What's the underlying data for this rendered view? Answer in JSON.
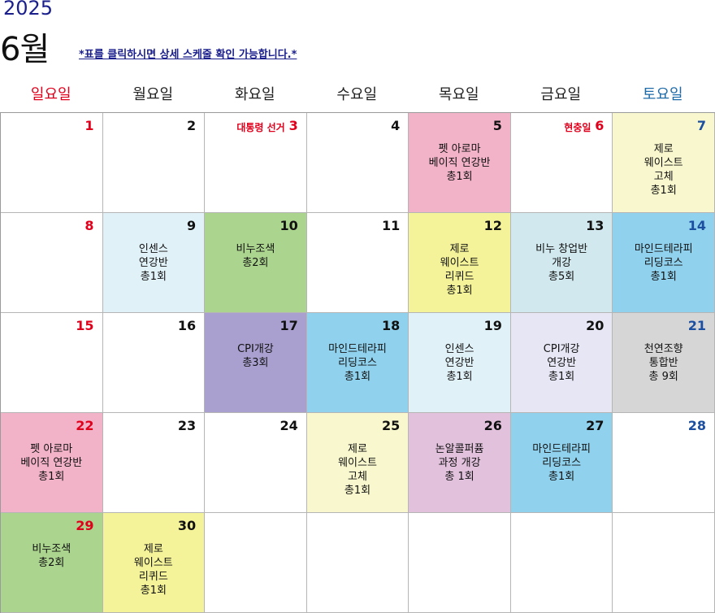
{
  "header": {
    "year": "2025",
    "month": "6월",
    "hint": "*표를 클릭하시면 상세 스케줄 확인 가능합니다.*"
  },
  "weekdays": [
    "일요일",
    "월요일",
    "화요일",
    "수요일",
    "목요일",
    "금요일",
    "토요일"
  ],
  "colors": {
    "pink": "#f2b2c8",
    "cream": "#f8f7cd",
    "yellow": "#f4f39a",
    "lightblue": "#e1f1f8",
    "green": "#abd48f",
    "teal": "#d0e8ee",
    "sky": "#90d1ed",
    "purple": "#a9a0d0",
    "lavender": "#e6e6f4",
    "gray": "#d6d6d6",
    "mauve": "#e2c1dd"
  },
  "days": [
    {
      "day": "1",
      "tone": "red",
      "holiday": "",
      "event": "",
      "bg": ""
    },
    {
      "day": "2",
      "tone": "",
      "holiday": "",
      "event": "",
      "bg": ""
    },
    {
      "day": "3",
      "tone": "red",
      "holiday": "대통령 선거",
      "event": "",
      "bg": ""
    },
    {
      "day": "4",
      "tone": "",
      "holiday": "",
      "event": "",
      "bg": ""
    },
    {
      "day": "5",
      "tone": "",
      "holiday": "",
      "event": "펫 아로마\n베이직 연강반\n총1회",
      "bg": "pink"
    },
    {
      "day": "6",
      "tone": "red",
      "holiday": "현충일",
      "event": "",
      "bg": ""
    },
    {
      "day": "7",
      "tone": "blue",
      "holiday": "",
      "event": "제로\n웨이스트\n고체\n총1회",
      "bg": "cream"
    },
    {
      "day": "8",
      "tone": "red",
      "holiday": "",
      "event": "",
      "bg": ""
    },
    {
      "day": "9",
      "tone": "",
      "holiday": "",
      "event": "인센스\n연강반\n총1회",
      "bg": "lightblue"
    },
    {
      "day": "10",
      "tone": "",
      "holiday": "",
      "event": "비누조색\n총2회",
      "bg": "green"
    },
    {
      "day": "11",
      "tone": "",
      "holiday": "",
      "event": "",
      "bg": ""
    },
    {
      "day": "12",
      "tone": "",
      "holiday": "",
      "event": "제로\n웨이스트\n리퀴드\n총1회",
      "bg": "yellow"
    },
    {
      "day": "13",
      "tone": "",
      "holiday": "",
      "event": "비누 창업반\n개강\n총5회",
      "bg": "teal"
    },
    {
      "day": "14",
      "tone": "blue",
      "holiday": "",
      "event": "마인드테라피\n리딩코스\n총1회",
      "bg": "sky"
    },
    {
      "day": "15",
      "tone": "red",
      "holiday": "",
      "event": "",
      "bg": ""
    },
    {
      "day": "16",
      "tone": "",
      "holiday": "",
      "event": "",
      "bg": ""
    },
    {
      "day": "17",
      "tone": "",
      "holiday": "",
      "event": "CPI개강\n총3회",
      "bg": "purple"
    },
    {
      "day": "18",
      "tone": "",
      "holiday": "",
      "event": "마인드테라피\n리딩코스\n총1회",
      "bg": "sky"
    },
    {
      "day": "19",
      "tone": "",
      "holiday": "",
      "event": "인센스\n연강반\n총1회",
      "bg": "lightblue"
    },
    {
      "day": "20",
      "tone": "",
      "holiday": "",
      "event": "CPI개강\n연강반\n총1회",
      "bg": "lavender"
    },
    {
      "day": "21",
      "tone": "blue",
      "holiday": "",
      "event": "천연조향\n통합반\n총 9회",
      "bg": "gray"
    },
    {
      "day": "22",
      "tone": "red",
      "holiday": "",
      "event": "펫 아로마\n베이직 연강반\n총1회",
      "bg": "pink"
    },
    {
      "day": "23",
      "tone": "",
      "holiday": "",
      "event": "",
      "bg": ""
    },
    {
      "day": "24",
      "tone": "",
      "holiday": "",
      "event": "",
      "bg": ""
    },
    {
      "day": "25",
      "tone": "",
      "holiday": "",
      "event": "제로\n웨이스트\n고체\n총1회",
      "bg": "cream"
    },
    {
      "day": "26",
      "tone": "",
      "holiday": "",
      "event": "논알콜퍼퓸\n과정 개강\n총 1회",
      "bg": "mauve"
    },
    {
      "day": "27",
      "tone": "",
      "holiday": "",
      "event": "마인드테라피\n리딩코스\n총1회",
      "bg": "sky"
    },
    {
      "day": "28",
      "tone": "blue",
      "holiday": "",
      "event": "",
      "bg": ""
    },
    {
      "day": "29",
      "tone": "red",
      "holiday": "",
      "event": "비누조색\n총2회",
      "bg": "green"
    },
    {
      "day": "30",
      "tone": "",
      "holiday": "",
      "event": "제로\n웨이스트\n리퀴드\n총1회",
      "bg": "yellow"
    },
    {
      "day": "",
      "tone": "",
      "holiday": "",
      "event": "",
      "bg": ""
    },
    {
      "day": "",
      "tone": "",
      "holiday": "",
      "event": "",
      "bg": ""
    },
    {
      "day": "",
      "tone": "",
      "holiday": "",
      "event": "",
      "bg": ""
    },
    {
      "day": "",
      "tone": "",
      "holiday": "",
      "event": "",
      "bg": ""
    },
    {
      "day": "",
      "tone": "",
      "holiday": "",
      "event": "",
      "bg": ""
    }
  ]
}
